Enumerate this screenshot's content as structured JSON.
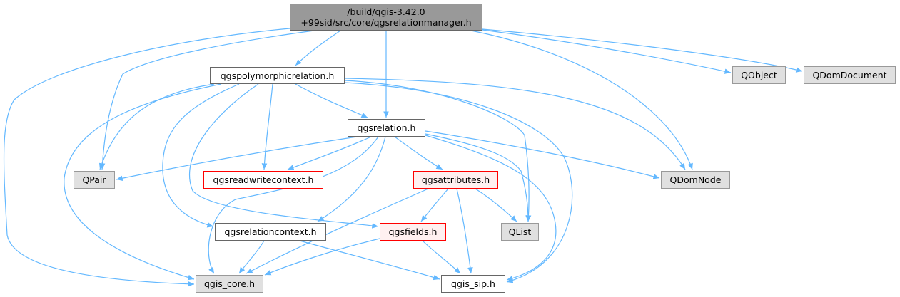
{
  "graph": {
    "edge_color": "#63b8ff",
    "nodes": {
      "main": {
        "line1": "/build/qgis-3.42.0",
        "line2": "+99sid/src/core/qgsrelationmanager.h"
      },
      "polymorphic": "qgspolymorphicrelation.h",
      "qobject": "QObject",
      "qdomdocument": "QDomDocument",
      "relation": "qgsrelation.h",
      "qpair": "QPair",
      "readwritecontext": "qgsreadwritecontext.h",
      "attributes": "qgsattributes.h",
      "qdomnode": "QDomNode",
      "relationcontext": "qgsrelationcontext.h",
      "fields": "qgsfields.h",
      "qlist": "QList",
      "core": "qgis_core.h",
      "sip": "qgis_sip.h"
    },
    "edges": [
      [
        "main",
        "polymorphic"
      ],
      [
        "main",
        "relation"
      ],
      [
        "main",
        "qpair"
      ],
      [
        "main",
        "core"
      ],
      [
        "main",
        "qobject"
      ],
      [
        "main",
        "qdomdocument"
      ],
      [
        "main",
        "qdomnode"
      ],
      [
        "polymorphic",
        "relation"
      ],
      [
        "polymorphic",
        "qpair"
      ],
      [
        "polymorphic",
        "readwritecontext"
      ],
      [
        "polymorphic",
        "qdomnode"
      ],
      [
        "polymorphic",
        "qlist"
      ],
      [
        "polymorphic",
        "relationcontext"
      ],
      [
        "polymorphic",
        "fields"
      ],
      [
        "polymorphic",
        "core"
      ],
      [
        "polymorphic",
        "sip"
      ],
      [
        "relation",
        "qpair"
      ],
      [
        "relation",
        "readwritecontext"
      ],
      [
        "relation",
        "attributes"
      ],
      [
        "relation",
        "qdomnode"
      ],
      [
        "relation",
        "qlist"
      ],
      [
        "relation",
        "relationcontext"
      ],
      [
        "relation",
        "core"
      ],
      [
        "relation",
        "sip"
      ],
      [
        "attributes",
        "fields"
      ],
      [
        "attributes",
        "qlist"
      ],
      [
        "attributes",
        "core"
      ],
      [
        "attributes",
        "sip"
      ],
      [
        "relationcontext",
        "core"
      ],
      [
        "relationcontext",
        "sip"
      ],
      [
        "fields",
        "core"
      ],
      [
        "fields",
        "sip"
      ]
    ]
  }
}
